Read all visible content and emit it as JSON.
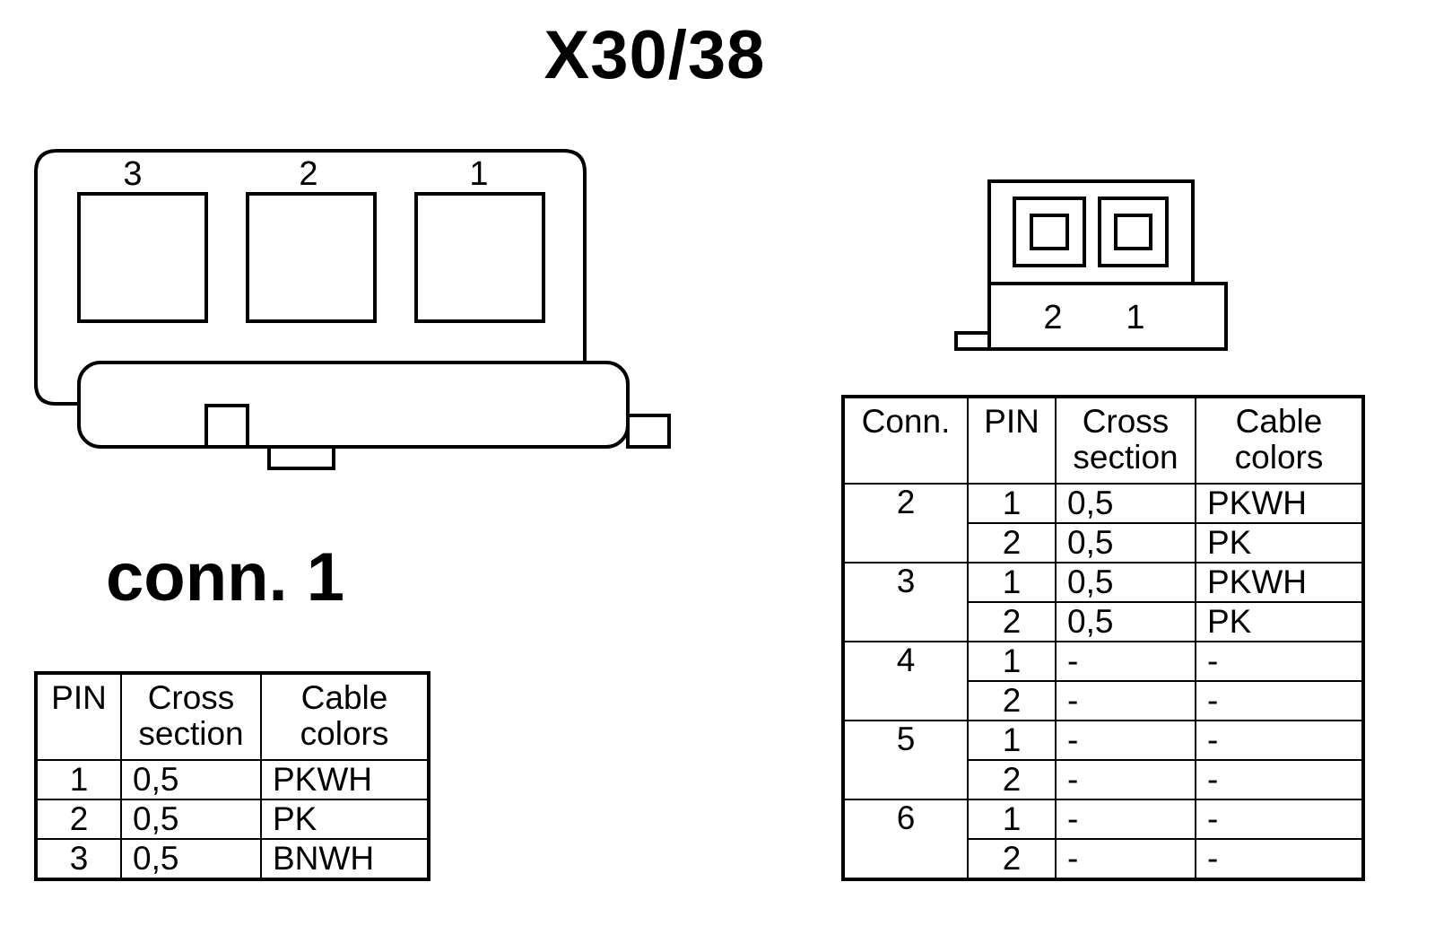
{
  "title": "X30/38",
  "connector1_label": "conn. 1",
  "connector1_diagram_pins": [
    "3",
    "2",
    "1"
  ],
  "connector2_diagram_pins": [
    "2",
    "1"
  ],
  "table1": {
    "headers": [
      "PIN",
      "Cross\nsection",
      "Cable\ncolors"
    ],
    "rows": [
      {
        "pin": "1",
        "cross": "0,5",
        "color": "PKWH"
      },
      {
        "pin": "2",
        "cross": "0,5",
        "color": "PK"
      },
      {
        "pin": "3",
        "cross": "0,5",
        "color": "BNWH"
      }
    ]
  },
  "table2": {
    "headers": [
      "Conn.",
      "PIN",
      "Cross\nsection",
      "Cable\ncolors"
    ],
    "groups": [
      {
        "conn": "2",
        "rows": [
          {
            "pin": "1",
            "cross": "0,5",
            "color": "PKWH"
          },
          {
            "pin": "2",
            "cross": "0,5",
            "color": "PK"
          }
        ]
      },
      {
        "conn": "3",
        "rows": [
          {
            "pin": "1",
            "cross": "0,5",
            "color": "PKWH"
          },
          {
            "pin": "2",
            "cross": "0,5",
            "color": "PK"
          }
        ]
      },
      {
        "conn": "4",
        "rows": [
          {
            "pin": "1",
            "cross": "-",
            "color": "-"
          },
          {
            "pin": "2",
            "cross": "-",
            "color": "-"
          }
        ]
      },
      {
        "conn": "5",
        "rows": [
          {
            "pin": "1",
            "cross": "-",
            "color": "-"
          },
          {
            "pin": "2",
            "cross": "-",
            "color": "-"
          }
        ]
      },
      {
        "conn": "6",
        "rows": [
          {
            "pin": "1",
            "cross": "-",
            "color": "-"
          },
          {
            "pin": "2",
            "cross": "-",
            "color": "-"
          }
        ]
      }
    ]
  }
}
